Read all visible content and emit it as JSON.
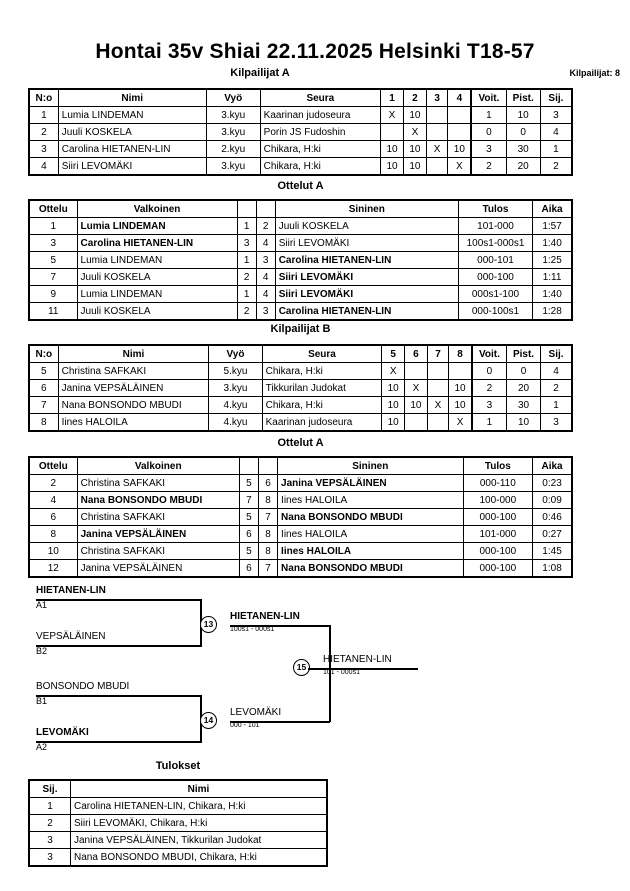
{
  "header": {
    "title": "Hontai 35v Shiai  22.11.2025  Helsinki   T18-57",
    "competitor_count_label": "Kilpailijat: 8"
  },
  "sections": {
    "pool_a_caption": "Kilpailijat A",
    "pool_a_matches_caption": "Ottelut A",
    "pool_b_caption": "Kilpailijat B",
    "pool_b_matches_caption": "Ottelut A",
    "results_caption": "Tulokset"
  },
  "pool_a": {
    "headers": [
      "N:o",
      "Nimi",
      "Vyö",
      "Seura",
      "1",
      "2",
      "3",
      "4",
      "Voit.",
      "Pist.",
      "Sij."
    ],
    "rows": [
      {
        "no": "1",
        "name": "Lumia LINDEMAN",
        "belt": "3.kyu",
        "club": "Kaarinan judoseura",
        "m": [
          "X",
          "10",
          "",
          ""
        ],
        "wins": "1",
        "points": "10",
        "rank": "3"
      },
      {
        "no": "2",
        "name": "Juuli KOSKELA",
        "belt": "3.kyu",
        "club": "Porin JS Fudoshin",
        "m": [
          "",
          "X",
          "",
          ""
        ],
        "wins": "0",
        "points": "0",
        "rank": "4"
      },
      {
        "no": "3",
        "name": "Carolina HIETANEN-LIN",
        "belt": "2.kyu",
        "club": "Chikara, H:ki",
        "m": [
          "10",
          "10",
          "X",
          "10"
        ],
        "wins": "3",
        "points": "30",
        "rank": "1"
      },
      {
        "no": "4",
        "name": "Siiri LEVOMÄKI",
        "belt": "3.kyu",
        "club": "Chikara, H:ki",
        "m": [
          "10",
          "10",
          "",
          "X"
        ],
        "wins": "2",
        "points": "20",
        "rank": "2"
      }
    ]
  },
  "pool_a_matches": {
    "headers": [
      "Ottelu",
      "Valkoinen",
      "",
      "",
      "Sininen",
      "Tulos",
      "Aika"
    ],
    "rows": [
      {
        "match": "1",
        "white": "Lumia LINDEMAN",
        "white_bold": true,
        "wn": "1",
        "bn": "2",
        "blue": "Juuli KOSKELA",
        "blue_bold": false,
        "result": "101-000",
        "time": "1:57"
      },
      {
        "match": "3",
        "white": "Carolina HIETANEN-LIN",
        "white_bold": true,
        "wn": "3",
        "bn": "4",
        "blue": "Siiri LEVOMÄKI",
        "blue_bold": false,
        "result": "100s1-000s1",
        "time": "1:40"
      },
      {
        "match": "5",
        "white": "Lumia LINDEMAN",
        "white_bold": false,
        "wn": "1",
        "bn": "3",
        "blue": "Carolina HIETANEN-LIN",
        "blue_bold": true,
        "result": "000-101",
        "time": "1:25"
      },
      {
        "match": "7",
        "white": "Juuli KOSKELA",
        "white_bold": false,
        "wn": "2",
        "bn": "4",
        "blue": "Siiri LEVOMÄKI",
        "blue_bold": true,
        "result": "000-100",
        "time": "1:11"
      },
      {
        "match": "9",
        "white": "Lumia LINDEMAN",
        "white_bold": false,
        "wn": "1",
        "bn": "4",
        "blue": "Siiri LEVOMÄKI",
        "blue_bold": true,
        "result": "000s1-100",
        "time": "1:40"
      },
      {
        "match": "11",
        "white": "Juuli KOSKELA",
        "white_bold": false,
        "wn": "2",
        "bn": "3",
        "blue": "Carolina HIETANEN-LIN",
        "blue_bold": true,
        "result": "000-100s1",
        "time": "1:28"
      }
    ]
  },
  "pool_b": {
    "headers": [
      "N:o",
      "Nimi",
      "Vyö",
      "Seura",
      "5",
      "6",
      "7",
      "8",
      "Voit.",
      "Pist.",
      "Sij."
    ],
    "rows": [
      {
        "no": "5",
        "name": "Christina SAFKAKI",
        "belt": "5.kyu",
        "club": "Chikara, H:ki",
        "m": [
          "X",
          "",
          "",
          ""
        ],
        "wins": "0",
        "points": "0",
        "rank": "4"
      },
      {
        "no": "6",
        "name": "Janina VEPSÄLÄINEN",
        "belt": "3.kyu",
        "club": "Tikkurilan Judokat",
        "m": [
          "10",
          "X",
          "",
          "10"
        ],
        "wins": "2",
        "points": "20",
        "rank": "2"
      },
      {
        "no": "7",
        "name": "Nana BONSONDO MBUDI",
        "belt": "4.kyu",
        "club": "Chikara, H:ki",
        "m": [
          "10",
          "10",
          "X",
          "10"
        ],
        "wins": "3",
        "points": "30",
        "rank": "1"
      },
      {
        "no": "8",
        "name": "Iines HALOILA",
        "belt": "4.kyu",
        "club": "Kaarinan judoseura",
        "m": [
          "10",
          "",
          "",
          "X"
        ],
        "wins": "1",
        "points": "10",
        "rank": "3"
      }
    ]
  },
  "pool_b_matches": {
    "headers": [
      "Ottelu",
      "Valkoinen",
      "",
      "",
      "Sininen",
      "Tulos",
      "Aika"
    ],
    "rows": [
      {
        "match": "2",
        "white": "Christina SAFKAKI",
        "white_bold": false,
        "wn": "5",
        "bn": "6",
        "blue": "Janina VEPSÄLÄINEN",
        "blue_bold": true,
        "result": "000-110",
        "time": "0:23"
      },
      {
        "match": "4",
        "white": "Nana BONSONDO MBUDI",
        "white_bold": true,
        "wn": "7",
        "bn": "8",
        "blue": "Iines HALOILA",
        "blue_bold": false,
        "result": "100-000",
        "time": "0:09"
      },
      {
        "match": "6",
        "white": "Christina SAFKAKI",
        "white_bold": false,
        "wn": "5",
        "bn": "7",
        "blue": "Nana BONSONDO MBUDI",
        "blue_bold": true,
        "result": "000-100",
        "time": "0:46"
      },
      {
        "match": "8",
        "white": "Janina VEPSÄLÄINEN",
        "white_bold": true,
        "wn": "6",
        "bn": "8",
        "blue": "Iines HALOILA",
        "blue_bold": false,
        "result": "101-000",
        "time": "0:27"
      },
      {
        "match": "10",
        "white": "Christina SAFKAKI",
        "white_bold": false,
        "wn": "5",
        "bn": "8",
        "blue": "Iines HALOILA",
        "blue_bold": true,
        "result": "000-100",
        "time": "1:45"
      },
      {
        "match": "12",
        "white": "Janina VEPSÄLÄINEN",
        "white_bold": false,
        "wn": "6",
        "bn": "7",
        "blue": "Nana BONSONDO MBUDI",
        "blue_bold": true,
        "result": "000-100",
        "time": "1:08"
      }
    ]
  },
  "bracket": {
    "entries": [
      {
        "name": "HIETANEN-LIN",
        "seed": "A1",
        "bold": true
      },
      {
        "name": "VEPSÄLÄINEN",
        "seed": "B2",
        "bold": false
      },
      {
        "name": "BONSONDO MBUDI",
        "seed": "B1",
        "bold": false
      },
      {
        "name": "LEVOMÄKI",
        "seed": "A2",
        "bold": true
      }
    ],
    "semifinals": [
      {
        "number": "13",
        "winner": "HIETANEN-LIN",
        "score": "100s1 - 000s1"
      },
      {
        "number": "14",
        "winner": "LEVOMÄKI",
        "score": "000 - 101"
      }
    ],
    "final": {
      "number": "15",
      "winner": "HIETANEN-LIN",
      "score": "101 - 000s1"
    }
  },
  "results": {
    "headers": [
      "Sij.",
      "Nimi"
    ],
    "rows": [
      {
        "rank": "1",
        "name": "Carolina HIETANEN-LIN, Chikara, H:ki"
      },
      {
        "rank": "2",
        "name": "Siiri LEVOMÄKI, Chikara, H:ki"
      },
      {
        "rank": "3",
        "name": "Janina VEPSÄLÄINEN, Tikkurilan Judokat"
      },
      {
        "rank": "3",
        "name": "Nana BONSONDO MBUDI, Chikara, H:ki"
      }
    ]
  }
}
